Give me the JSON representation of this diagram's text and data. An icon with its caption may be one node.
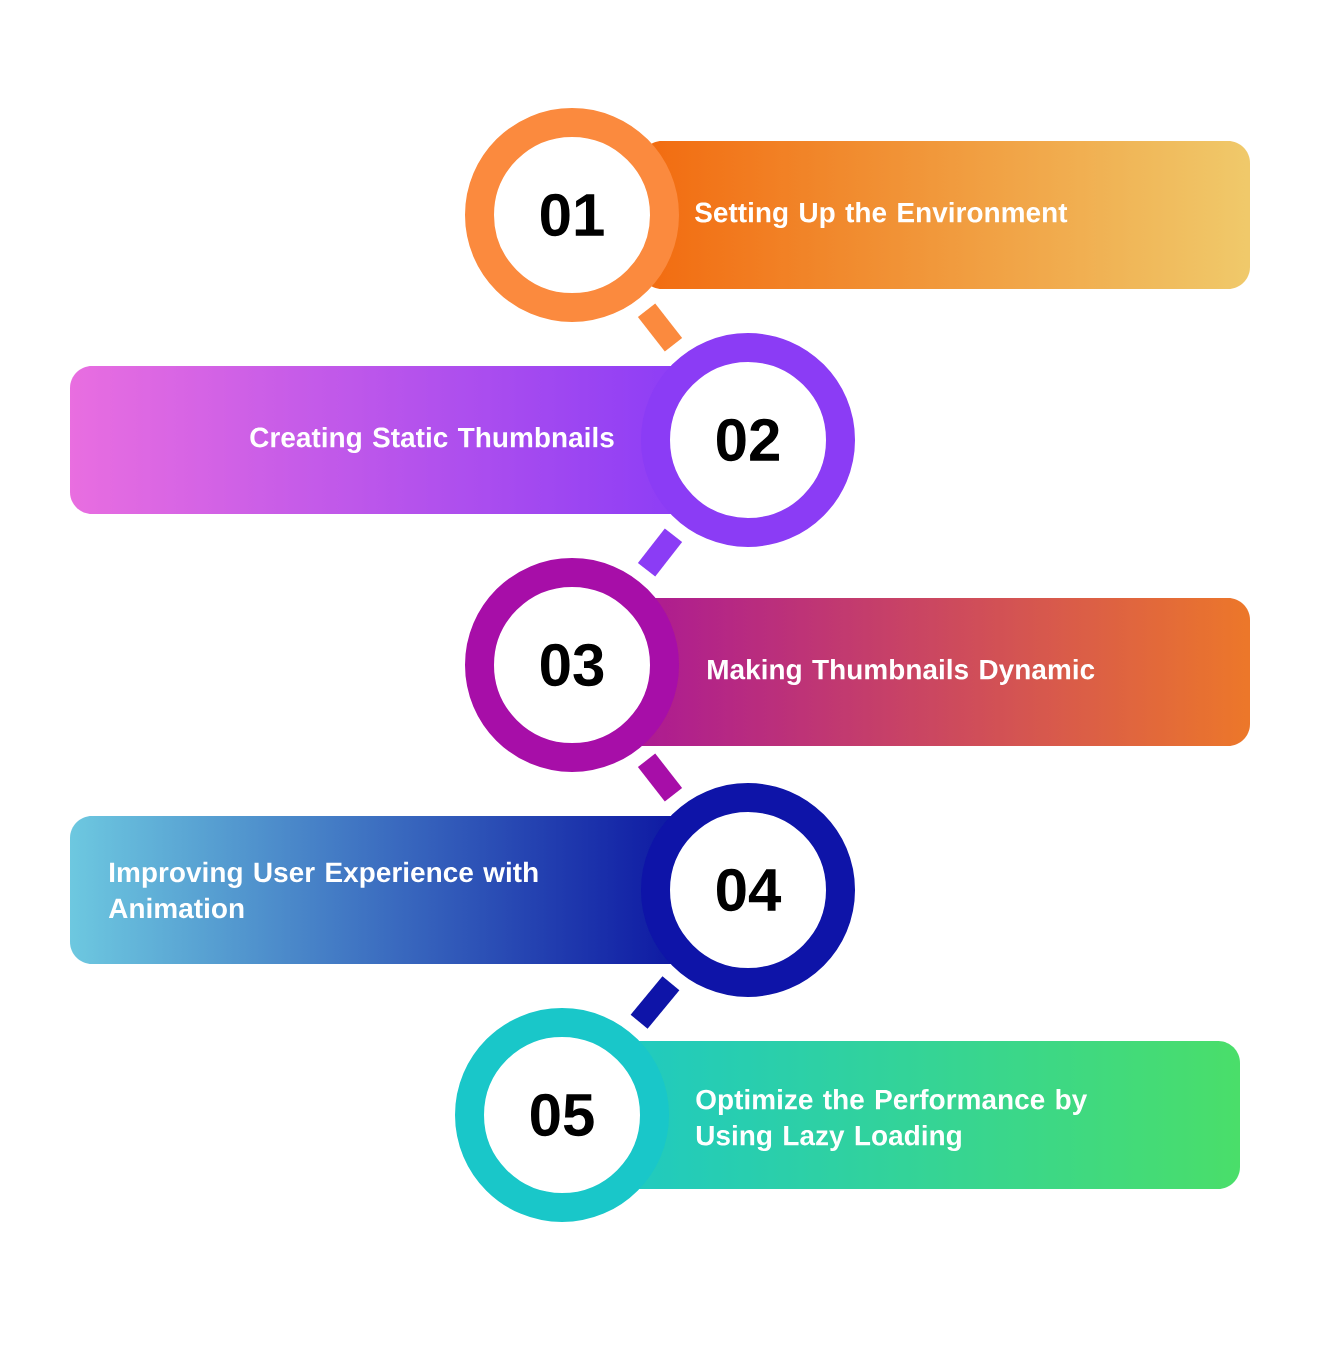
{
  "diagram": {
    "nodes": [
      {
        "text": [
          "01"
        ]
      },
      {
        "text": [
          "Setting Up the Environment"
        ]
      },
      {
        "text": [
          "Creating Static Thumbnails"
        ]
      },
      {
        "text": [
          "02"
        ]
      },
      {
        "text": [
          "03"
        ]
      },
      {
        "text": [
          "Making Thumbnails Dynamic"
        ]
      },
      {
        "text": [
          "Improving User Experience with Animation"
        ]
      },
      {
        "text": [
          "04"
        ]
      },
      {
        "text": [
          "05"
        ]
      },
      {
        "text": [
          "Optimize the Performance by Using Lazy Loading"
        ]
      }
    ],
    "edges": [
      {
        "from": 0,
        "to": 3,
        "arrow": "none",
        "color": "#fb8a3e"
      },
      {
        "from": 3,
        "to": 4,
        "arrow": "none",
        "color": "#8b3cf5"
      },
      {
        "from": 4,
        "to": 7,
        "arrow": "none",
        "color": "#a70ea8"
      },
      {
        "from": 7,
        "to": 8,
        "arrow": "none",
        "color": "#0e14a8"
      }
    ]
  }
}
